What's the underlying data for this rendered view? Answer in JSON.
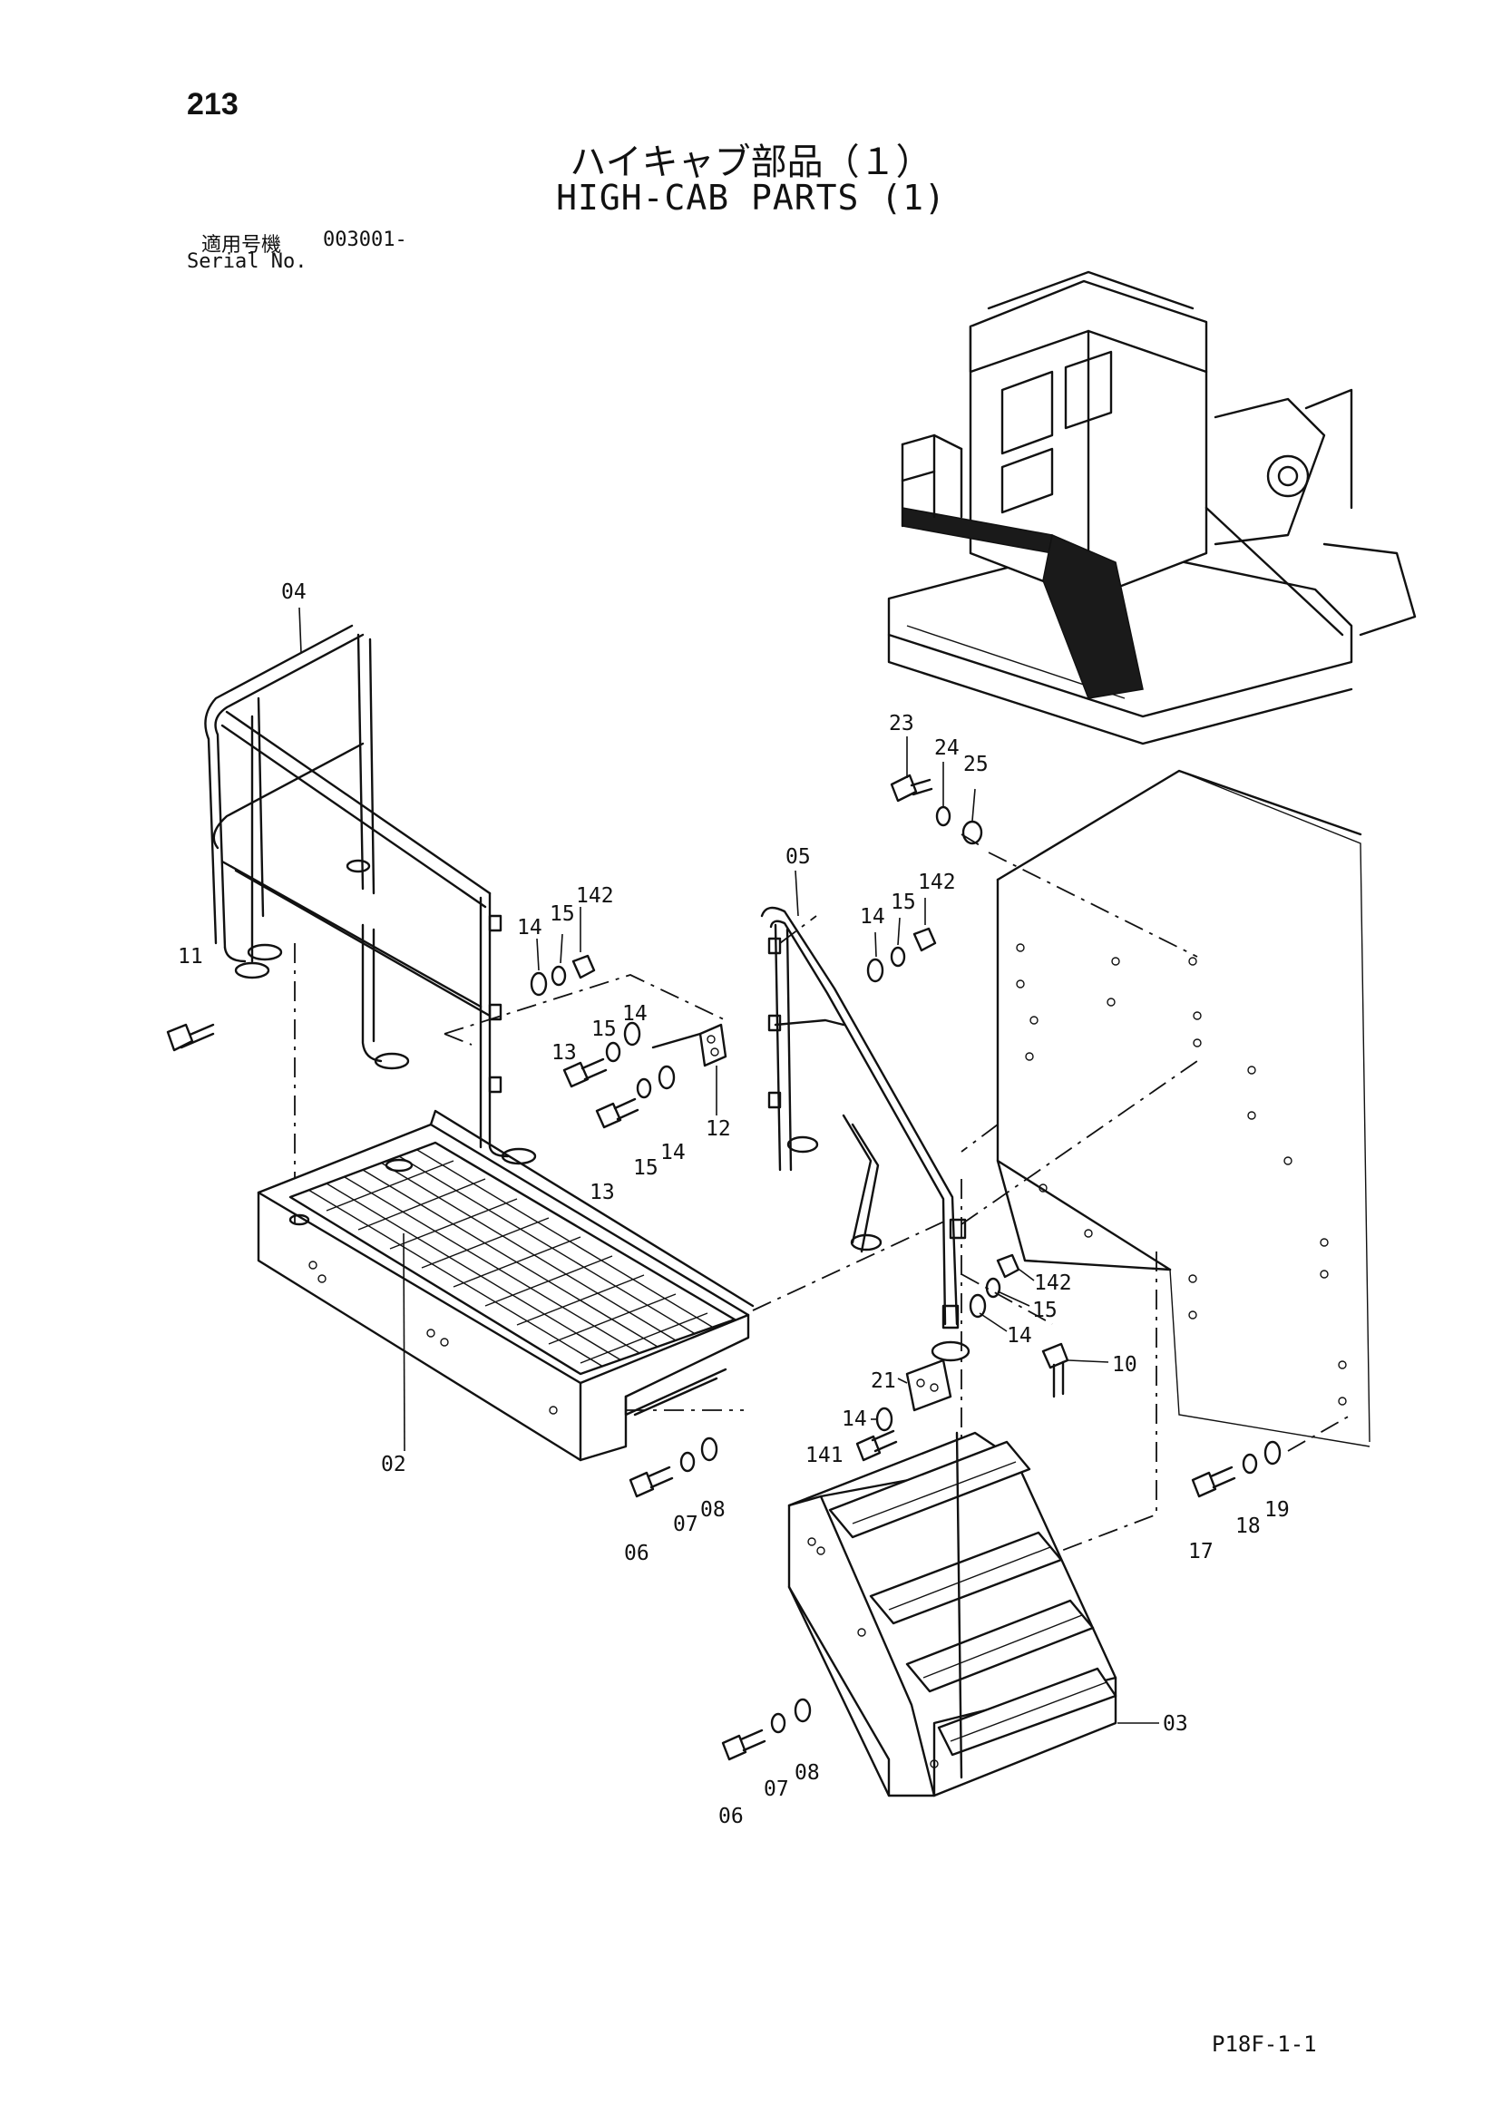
{
  "page_number": "213",
  "title_ja": "ハイキャブ部品（１）",
  "title_en": "HIGH-CAB PARTS (1)",
  "serial": {
    "label_ja": "適用号機",
    "label_en": "Serial No.",
    "value": "003001-"
  },
  "figure_code": "P18F-1-1",
  "callouts": [
    "04",
    "11",
    "02",
    "23",
    "24",
    "25",
    "05",
    "14",
    "15",
    "142",
    "14",
    "15",
    "142",
    "13",
    "15",
    "14",
    "13",
    "15",
    "14",
    "12",
    "142",
    "15",
    "14",
    "10",
    "21",
    "14",
    "141",
    "06",
    "07",
    "08",
    "17",
    "18",
    "19",
    "06",
    "07",
    "08",
    "03"
  ]
}
